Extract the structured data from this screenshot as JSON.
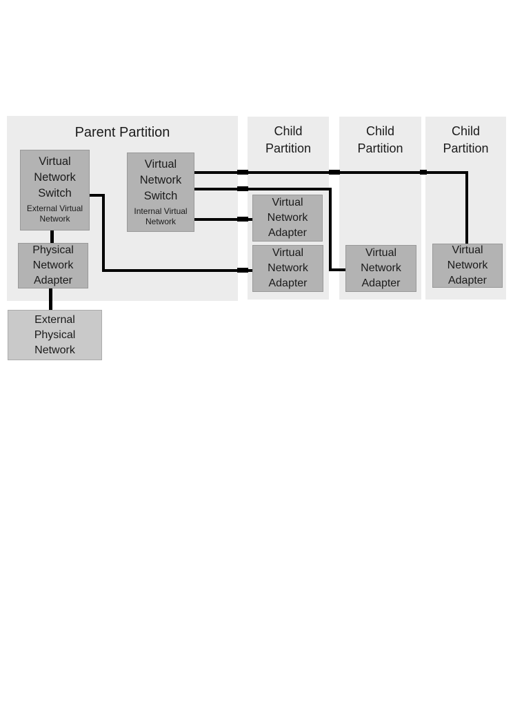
{
  "colors": {
    "canvas_bg": "#ffffff",
    "partition_bg": "#ececec",
    "node_bg": "#b3b3b3",
    "node_bg_light": "#c9c9c9",
    "connector": "#000000",
    "text": "#1a1a1a"
  },
  "partitions": {
    "parent": {
      "label": "Parent Partition"
    },
    "child1": {
      "label": "Child\nPartition"
    },
    "child2": {
      "label": "Child\nPartition"
    },
    "child3": {
      "label": "Child\nPartition"
    }
  },
  "nodes": {
    "external_vns": {
      "title": "Virtual\nNetwork\nSwitch",
      "subtitle": "External Virtual\nNetwork"
    },
    "internal_vns": {
      "title": "Virtual\nNetwork\nSwitch",
      "subtitle": "Internal Virtual\nNetwork"
    },
    "physical_adapter": {
      "title": "Physical\nNetwork\nAdapter"
    },
    "external_physical_network": {
      "title": "External\nPhysical\nNetwork"
    },
    "child1_adapter_top": {
      "title": "Virtual\nNetwork\nAdapter"
    },
    "child1_adapter_bottom": {
      "title": "Virtual\nNetwork\nAdapter"
    },
    "child2_adapter": {
      "title": "Virtual\nNetwork\nAdapter"
    },
    "child3_adapter": {
      "title": "Virtual\nNetwork\nAdapter"
    }
  },
  "connections": [
    {
      "from": "external_vns",
      "to": "physical_adapter"
    },
    {
      "from": "physical_adapter",
      "to": "external_physical_network"
    },
    {
      "from": "external_vns",
      "to": "child1_adapter_bottom"
    },
    {
      "from": "internal_vns",
      "to": "child1_adapter_top"
    },
    {
      "from": "internal_vns",
      "to": "child2_adapter"
    },
    {
      "from": "internal_vns",
      "to": "child3_adapter"
    }
  ]
}
